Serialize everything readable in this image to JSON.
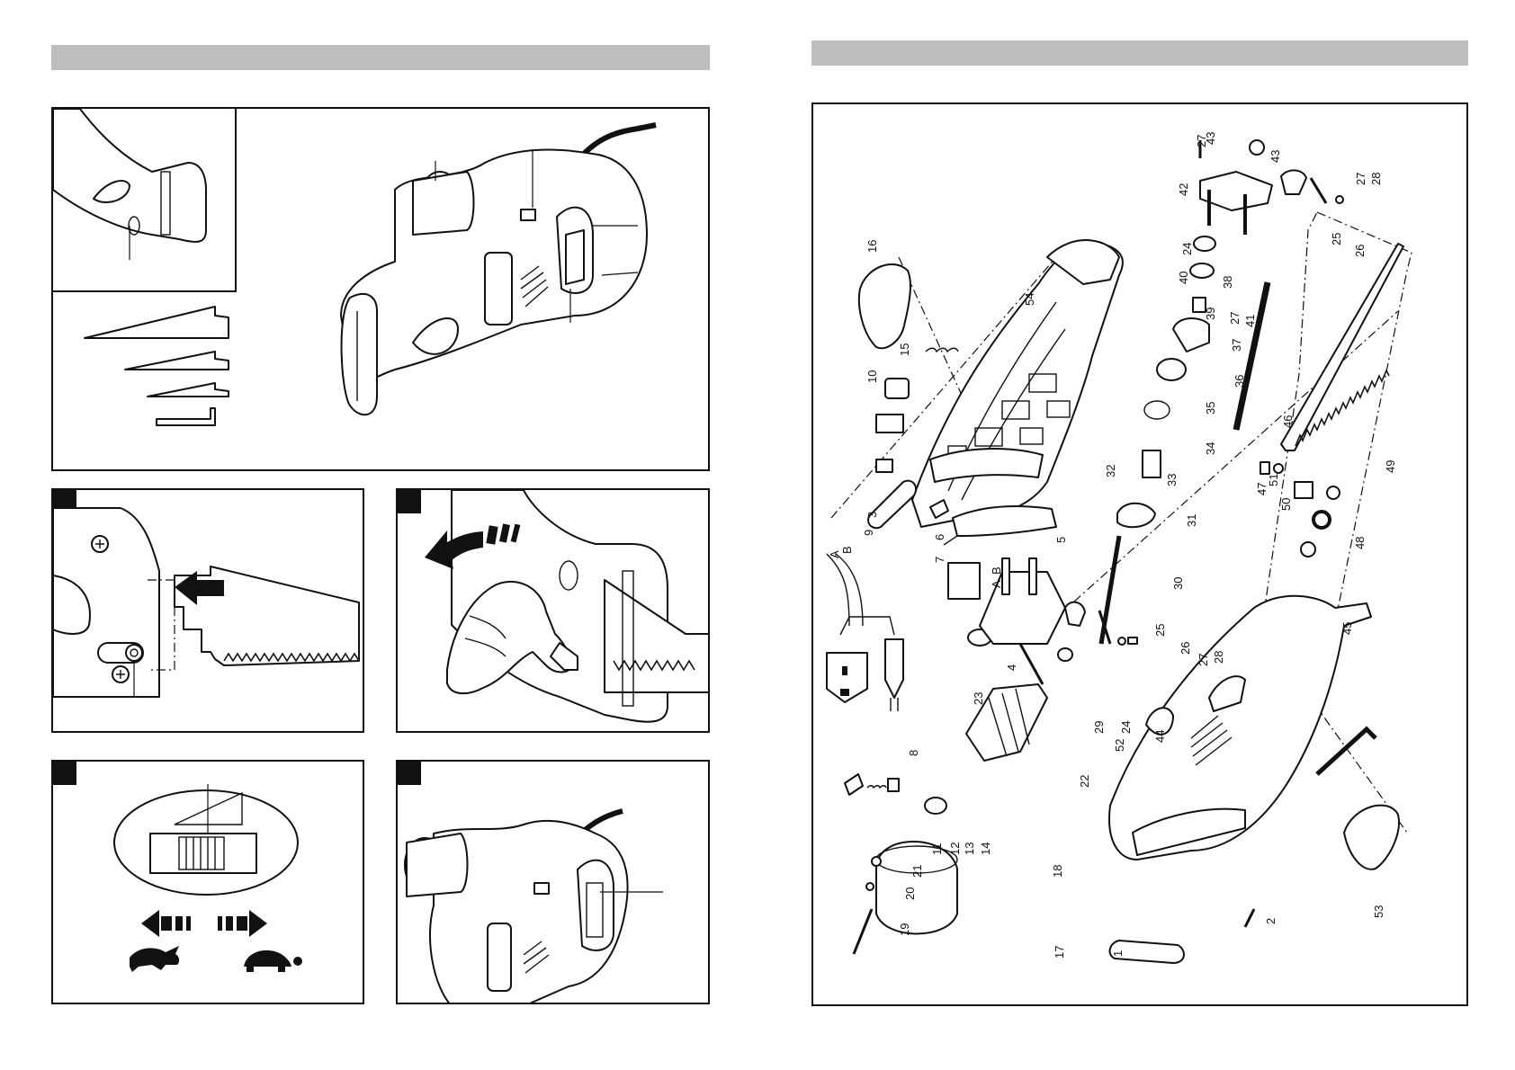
{
  "exploded_view": {
    "part_numbers": [
      "1",
      "2",
      "3",
      "4",
      "5",
      "6",
      "7",
      "8",
      "9",
      "10",
      "11",
      "12",
      "13",
      "14",
      "15",
      "16",
      "17",
      "18",
      "19",
      "20",
      "21",
      "22",
      "23",
      "24",
      "24",
      "25",
      "25",
      "26",
      "26",
      "27",
      "27",
      "27",
      "27",
      "28",
      "28",
      "29",
      "30",
      "31",
      "32",
      "33",
      "34",
      "35",
      "36",
      "37",
      "38",
      "39",
      "40",
      "41",
      "42",
      "43",
      "43",
      "44",
      "45",
      "46",
      "47",
      "48",
      "49",
      "50",
      "51",
      "52",
      "53",
      "54"
    ],
    "wire_labels": [
      "A",
      "B",
      "A",
      "B"
    ]
  },
  "colors": {
    "header_bar": "#bdbdbd",
    "ink": "#111111"
  },
  "icons": [
    "rabbit-icon",
    "turtle-icon",
    "left-arrow-icon",
    "right-arrow-icon"
  ]
}
